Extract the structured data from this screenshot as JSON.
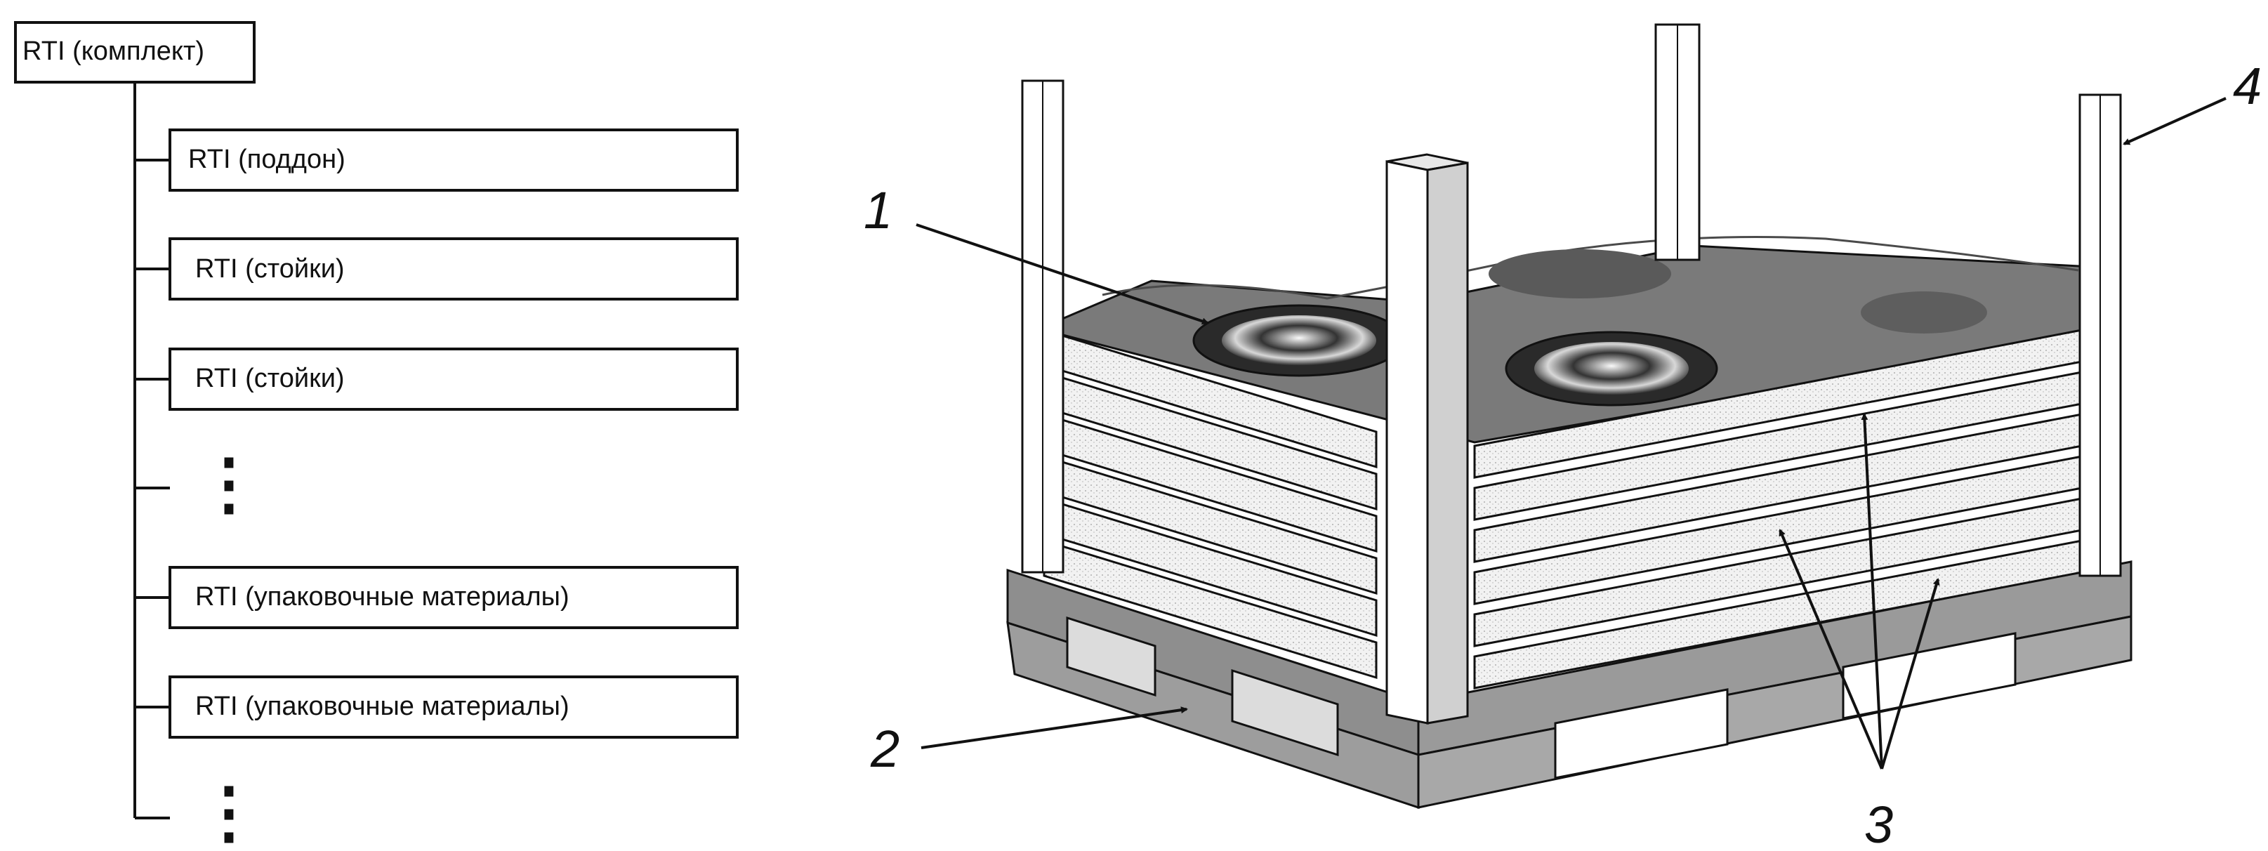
{
  "hierarchy": {
    "root": "RTI (комплект)",
    "children": [
      "RTI (поддон)",
      "RTI (стойки)",
      "RTI (стойки)",
      "⋮",
      "RTI (упаковочные материалы)",
      "RTI (упаковочные материалы)",
      "⋮"
    ]
  },
  "callouts": {
    "c1": "1",
    "c2": "2",
    "c3": "3",
    "c4": "4"
  },
  "colors": {
    "line": "#111111",
    "cargo_top": "#7a7a7a",
    "cargo_dark": "#5a5a5a",
    "pallet": "#8c8c8c",
    "pallet_dark": "#6e6e6e",
    "post": "#ffffff",
    "sheet": "#f4f4f4"
  }
}
